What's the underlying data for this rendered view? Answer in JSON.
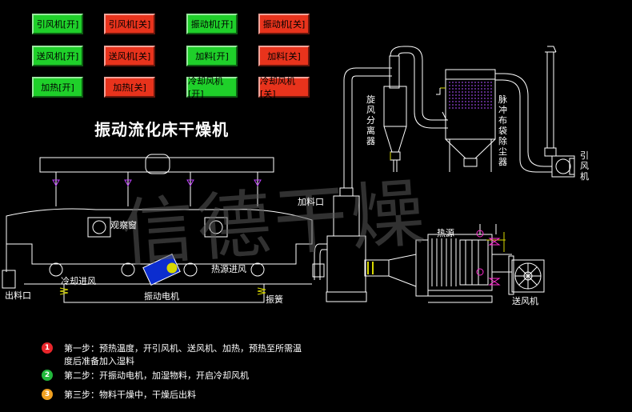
{
  "title": "振动流化床干燥机",
  "watermark": "信德干燥",
  "controls": [
    {
      "label": "引风机[开]",
      "state": "on"
    },
    {
      "label": "引风机[关]",
      "state": "off"
    },
    {
      "label": "振动机[开]",
      "state": "on"
    },
    {
      "label": "振动机[关]",
      "state": "off"
    },
    {
      "label": "送风机[开]",
      "state": "on"
    },
    {
      "label": "送风机[关]",
      "state": "off"
    },
    {
      "label": "加料[开]",
      "state": "on"
    },
    {
      "label": "加料[关]",
      "state": "off"
    },
    {
      "label": "加热[开]",
      "state": "on"
    },
    {
      "label": "加热[关]",
      "state": "off"
    },
    {
      "label": "冷却风机[开]",
      "state": "on"
    },
    {
      "label": "冷却风机[关]",
      "state": "off"
    }
  ],
  "labels": {
    "cyclone": "旋风分离器",
    "bag_filter": "脉冲布袋除尘器",
    "induced_fan": "引风机",
    "feed_port": "加料口",
    "observation_window": "观察窗",
    "heat_source": "热源",
    "heat_inlet": "热源进风",
    "cooling_inlet": "冷却进风",
    "discharge_port": "出料口",
    "vibration_motor": "振动电机",
    "spring": "振簧",
    "blower": "送风机"
  },
  "steps": [
    {
      "num": "1",
      "color": "#e8262b",
      "text": "第一步：预热温度，开引风机、送风机、加热，预热至所需温度后准备加入湿料"
    },
    {
      "num": "2",
      "color": "#22b83c",
      "text": "第二步：开振动电机，加湿物料，开启冷却风机"
    },
    {
      "num": "3",
      "color": "#f0a020",
      "text": "第三步：物料干燥中，干燥后出料"
    }
  ],
  "colors": {
    "on": "#1fd02a",
    "off": "#e8331c",
    "line": "#ffffff"
  }
}
